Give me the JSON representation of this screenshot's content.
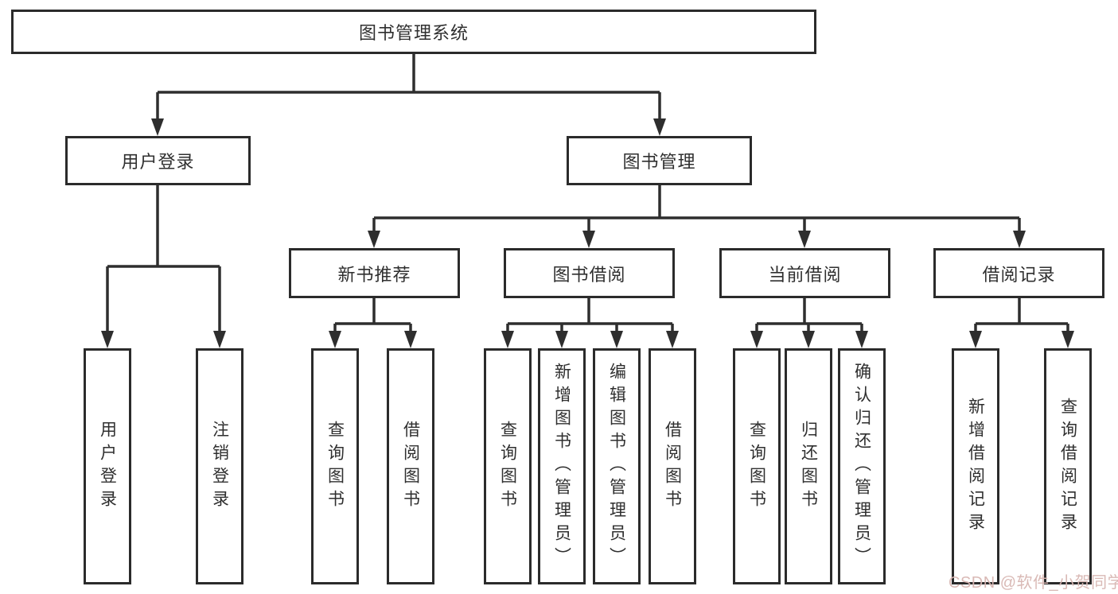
{
  "diagram": {
    "root": "图书管理系统",
    "level2": {
      "user_login": "用户登录",
      "book_mgmt": "图书管理"
    },
    "level3": {
      "new_books": "新书推荐",
      "borrowing": "图书借阅",
      "current": "当前借阅",
      "records": "借阅记录"
    },
    "leaves": {
      "login": "用户登录",
      "logout": "注销登录",
      "nb_query": "查询图书",
      "nb_borrow": "借阅图书",
      "b_query": "查询图书",
      "b_add": "新增图书（管理员）",
      "b_edit": "编辑图书（管理员）",
      "b_borrow": "借阅图书",
      "c_query": "查询图书",
      "c_return": "归还图书",
      "c_confirm": "确认归还（管理员）",
      "r_add": "新增借阅记录",
      "r_query": "查询借阅记录"
    }
  },
  "watermark": {
    "text": "CSDN @软件_小贺同学",
    "color": "#d8b6b2"
  },
  "colors": {
    "line": "#2e2e2e",
    "border": "#2b2b2b",
    "background": "#ffffff",
    "text": "#2f2f2f"
  }
}
